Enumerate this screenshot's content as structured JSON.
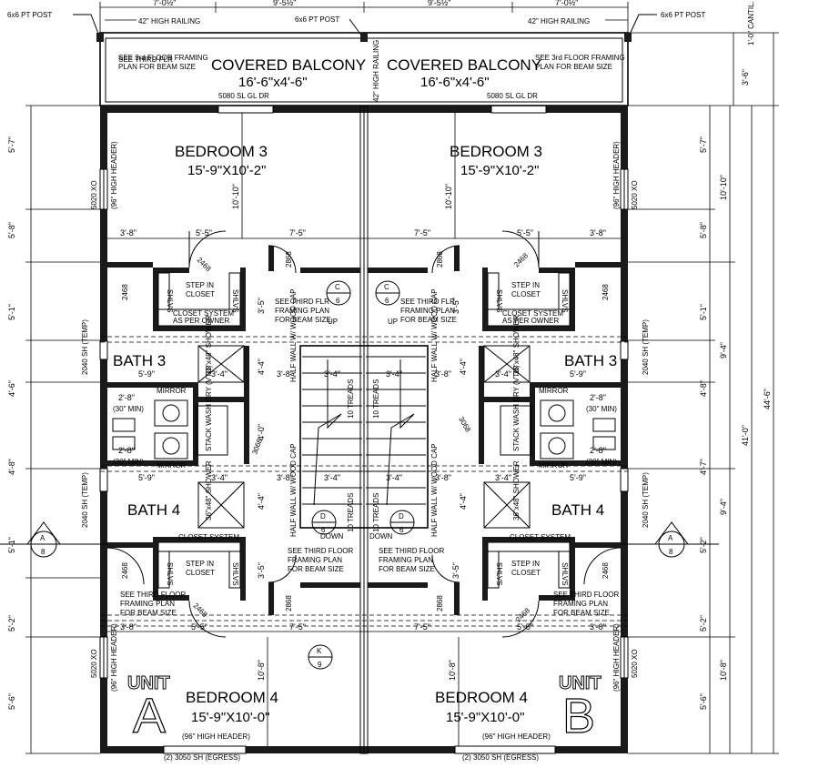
{
  "top_callouts": {
    "post_left": "6x6 PT POST",
    "post_center": "6x6 PT POST",
    "post_right": "6x6 PT POST",
    "railing_left": "42\" HIGH RAILING",
    "railing_right": "42\" HIGH RAILING",
    "railing_vertical": "42\" HIGH RAILING",
    "dim_top_1": "7'-0½\"",
    "dim_top_2": "9'-5½\"",
    "dim_top_3": "9'-5½\"",
    "dim_top_4": "7'-0½\""
  },
  "balcony": {
    "name": "COVERED BALCONY",
    "size": "16'-6\"x4'-6\"",
    "note": "SEE 3rd FLOOR FRAMING PLAN FOR BEAM SIZE",
    "door": "5080 SL GL DR"
  },
  "rooms": {
    "bedroom3": {
      "name": "BEDROOM 3",
      "size": "15'-9\"X10'-2\""
    },
    "bedroom4": {
      "name": "BEDROOM 4",
      "size": "15'-9\"X10'-0\""
    },
    "bath3": {
      "name": "BATH 3"
    },
    "bath4": {
      "name": "BATH 4"
    },
    "closet": {
      "name": "STEP IN CLOSET",
      "line1": "STEP IN",
      "line2": "CLOSET"
    },
    "unit_word": "UNIT",
    "unit_a": "A",
    "unit_b": "B"
  },
  "notes": {
    "framing_line1": "SEE THIRD FLR",
    "framing_line2": "FRAMING PLAN",
    "framing_line3": "FOR BEAM SIZE",
    "framing_alt1": "SEE THIRD FLOOR",
    "closet_system_per_owner": "CLOSET SYSTEM AS PER OWNER",
    "closet_system": "CLOSET SYSTEM",
    "closet_system_per_owner_2": "AS PER OWNER",
    "shelves": "SHLVS",
    "shower": "36\"x48\" SHOWER",
    "stack_wash_dry": "STACK WASH DRY (VTO)",
    "mirror": "MIRROR",
    "min30": "(30\" MIN)",
    "half_wall": "HALF WALL W/ WOOD CAP",
    "treads": "10 TREADS",
    "up": "UP",
    "down": "DOWN",
    "window_5020": "5020 XO",
    "window_2040": "2040 SH (TEMP)",
    "high_header": "(96\" HIGH HEADER)",
    "egress": "(2) 3050 SH (EGRESS)",
    "door_2868": "2868",
    "door_2468": "2468",
    "door_3068": "3068",
    "top_edge_label": "1'-0\" CANTIL."
  },
  "dims": {
    "d_3_8": "3'-8\"",
    "d_5_5": "5'-5\"",
    "d_7_5": "7'-5\"",
    "d_5_9": "5'-9\"",
    "d_3_4": "3'-4\"",
    "d_2_8": "2'-8\"",
    "d_4_4": "4'-4\"",
    "d_4_0": "4'-0\"",
    "d_3_5": "3'-5\"",
    "d_10_10": "10'-10\"",
    "d_10_8": "10'-8\"",
    "d_9_4": "9'-4\"",
    "d_5_7": "5'-7\"",
    "d_5_8": "5'-8\"",
    "d_5_1": "5'-1\"",
    "d_4_6": "4'-6\"",
    "d_4_8": "4'-8\"",
    "d_4_7": "4'-7\"",
    "d_5_2": "5'-2\"",
    "d_5_6": "5'-6\"",
    "d_3_6": "3'-6\"",
    "d_41_0": "41'-0\"",
    "d_44_6": "44'-6\""
  },
  "tags": {
    "c": "C",
    "c_num": "6",
    "d": "D",
    "d_num": "6",
    "k": "K",
    "k_num": "9",
    "a": "A",
    "a_num": "8"
  }
}
